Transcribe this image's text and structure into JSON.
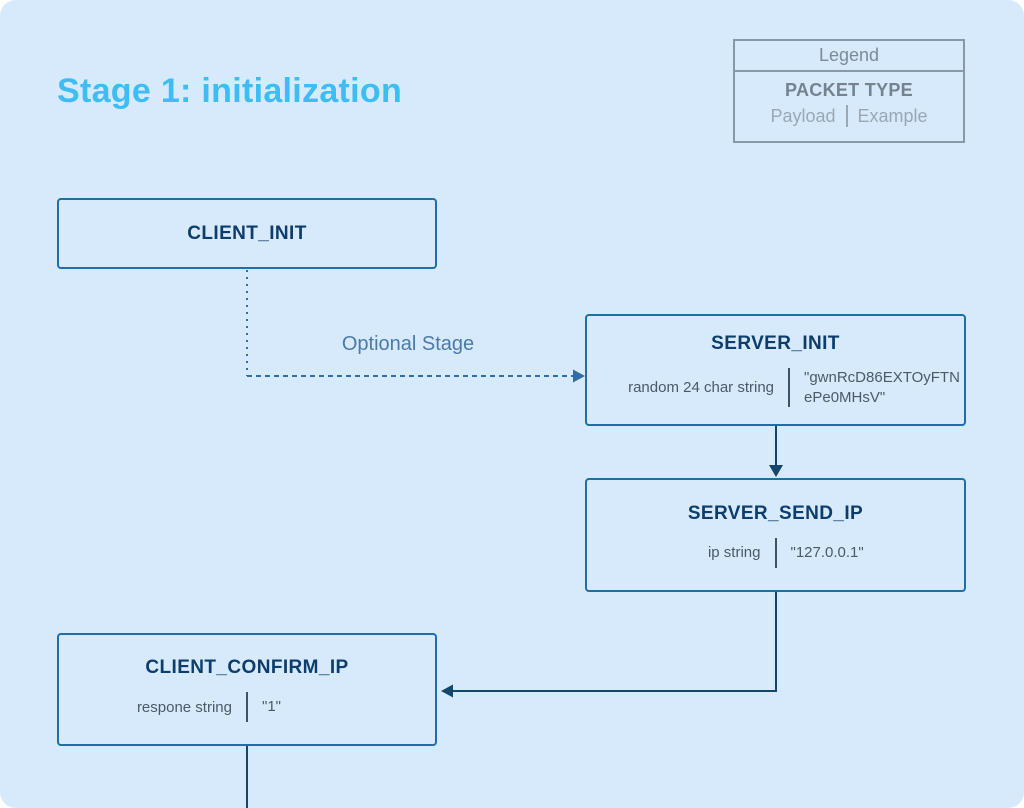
{
  "title": {
    "text": "Stage 1: initialization"
  },
  "legend": {
    "header": "Legend",
    "packet_type_label": "PACKET TYPE",
    "payload_label": "Payload",
    "example_label": "Example"
  },
  "nodes": [
    {
      "id": "client-init",
      "title": "CLIENT_INIT"
    },
    {
      "id": "server-init",
      "title": "SERVER_INIT",
      "payload": "random 24 char string",
      "example": "\"gwnRcD86EXTOyFTNePe0MHsV\""
    },
    {
      "id": "server-send-ip",
      "title": "SERVER_SEND_IP",
      "payload": "ip string",
      "example": "\"127.0.0.1\""
    },
    {
      "id": "client-confirm-ip",
      "title": "CLIENT_CONFIRM_IP",
      "payload": "respone string",
      "example": "\"1\""
    }
  ],
  "edges": {
    "optional_label": "Optional Stage"
  },
  "colors": {
    "page_background": "#ffffff",
    "panel_background": "#d6eafb",
    "heading_accent": "#3ebcf4",
    "node_border": "#1f6fa6",
    "node_title": "#0d3d6c",
    "payload_text": "#4a5a69",
    "payload_divider": "#3e5266",
    "connector": "#12466f",
    "connector_dashed": "#2e6da6",
    "optional_label": "#4b7aa9",
    "legend_border": "#8799a9",
    "legend_header": "#7b8b99",
    "legend_title": "#75828f",
    "legend_text": "#9aa8b6"
  }
}
